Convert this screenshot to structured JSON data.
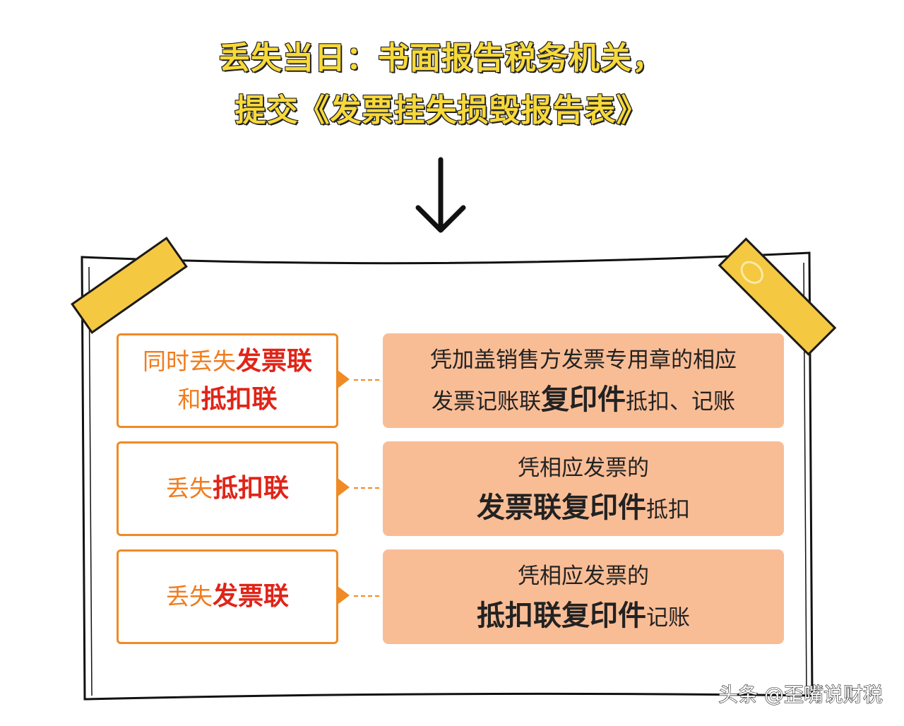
{
  "title": {
    "line1": "丢失当日：书面报告税务机关，",
    "line2": "提交《发票挂失损毁报告表》"
  },
  "colors": {
    "accent_orange": "#f08a24",
    "highlight_red": "#e02418",
    "result_fill": "#f9bd96",
    "tape_yellow": "#f5c842",
    "title_yellow": "#f7d93a"
  },
  "rows": [
    {
      "condition": {
        "l1_plain": "同时丢失",
        "l1_bold": "发票联",
        "l2_plain": "和",
        "l2_bold": "抵扣联"
      },
      "result": {
        "l1": "凭加盖销售方发票专用章的相应",
        "l2_pre": "发票记账联",
        "l2_bold": "复印件",
        "l2_post": "抵扣、记账"
      }
    },
    {
      "condition": {
        "l1_plain": "丢失",
        "l1_bold": "抵扣联"
      },
      "result": {
        "l1": "凭相应发票的",
        "l2_bold": "发票联复印件",
        "l2_post": "抵扣"
      }
    },
    {
      "condition": {
        "l1_plain": "丢失",
        "l1_bold": "发票联"
      },
      "result": {
        "l1": "凭相应发票的",
        "l2_bold": "抵扣联复印件",
        "l2_post": "记账"
      }
    }
  ],
  "watermark": "头条 @歪嘴说财税",
  "icons": {
    "arrow": "arrow-down-icon",
    "tape_logo": "logo-icon"
  }
}
